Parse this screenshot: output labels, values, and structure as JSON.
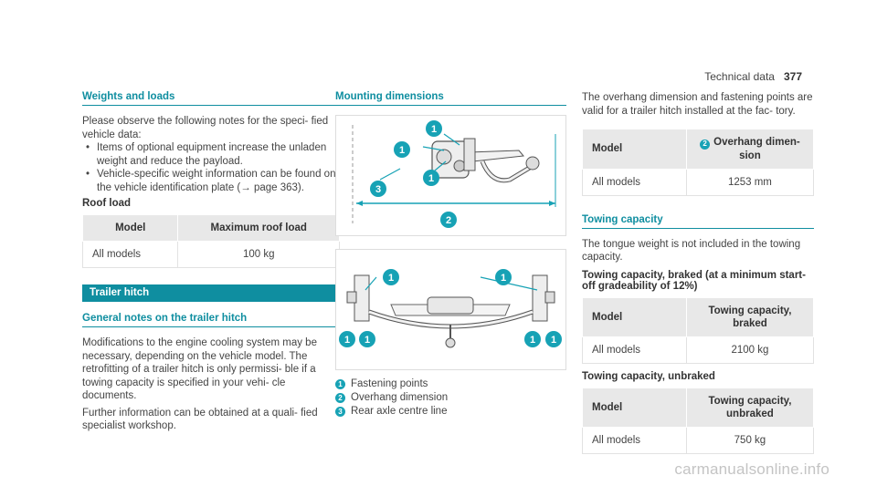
{
  "header": {
    "section": "Technical data",
    "page": "377"
  },
  "col1": {
    "weights_title": "Weights and loads",
    "intro": "Please observe the following notes for the speci- fied vehicle data:",
    "bullets": [
      "Items of optional equipment increase the unladen weight and reduce the payload.",
      "Vehicle-specific weight information can be found on the vehicle identification plate (→ page 363)."
    ],
    "roof_title": "Roof load",
    "roof_table": {
      "headers": [
        "Model",
        "Maximum roof load"
      ],
      "rows": [
        [
          "All models",
          "100 kg"
        ]
      ]
    },
    "bar_title": "Trailer hitch",
    "general_title": "General notes on the trailer hitch",
    "para1": "Modifications to the engine cooling system may be necessary, depending on the vehicle model. The retrofitting of a trailer hitch is only permissi- ble if a towing capacity is specified in your vehi- cle documents.",
    "para2": "Further information can be obtained at a quali- fied specialist workshop."
  },
  "col2": {
    "mount_title": "Mounting dimensions",
    "legend": [
      {
        "num": "1",
        "label": "Fastening points"
      },
      {
        "num": "2",
        "label": "Overhang dimension"
      },
      {
        "num": "3",
        "label": "Rear axle centre line"
      }
    ]
  },
  "col3": {
    "overhang_note": "The overhang dimension and fastening points are valid for a trailer hitch installed at the fac- tory.",
    "overhang_table": {
      "headers": [
        "Model",
        "2",
        "Overhang dimen- sion"
      ],
      "rows": [
        [
          "All models",
          "1253 mm"
        ]
      ]
    },
    "towing_title": "Towing capacity",
    "towing_note": "The tongue weight is not included in the towing capacity.",
    "braked_title": "Towing capacity, braked (at a minimum start- off gradeability of 12%)",
    "braked_table": {
      "headers": [
        "Model",
        "Towing capacity, braked"
      ],
      "rows": [
        [
          "All models",
          "2100 kg"
        ]
      ]
    },
    "unbraked_title": "Towing capacity, unbraked",
    "unbraked_table": {
      "headers": [
        "Model",
        "Towing capacity, unbraked"
      ],
      "rows": [
        [
          "All models",
          "750 kg"
        ]
      ]
    }
  },
  "watermark": "carmanualsonline.info"
}
